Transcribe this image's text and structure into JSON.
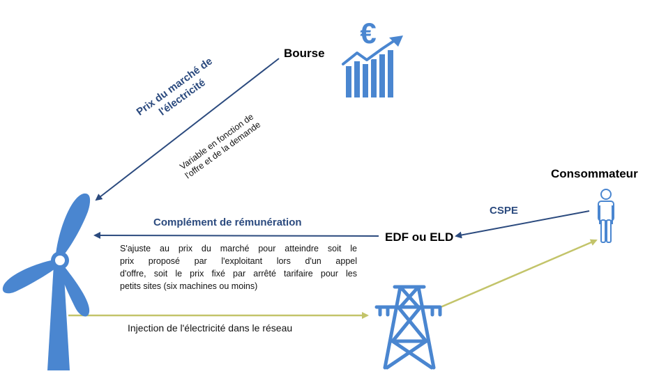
{
  "nodes": {
    "bourse": "Bourse",
    "consommateur": "Consommateur",
    "edf_eld": "EDF ou ELD"
  },
  "labels": {
    "prix_marche_line1": "Prix du marché de",
    "prix_marche_line2": "l'électricité",
    "variable_line1": "Variable en fonction de",
    "variable_line2": "l'offre et de la demande",
    "complement": "Complément de rémunération",
    "cspe": "CSPE",
    "injection": "Injection de l'électricité dans le réseau"
  },
  "description": {
    "line1": "S'ajuste au prix du marché pour atteindre soit le",
    "line2": "prix proposé par l'exploitant lors d'un appel",
    "line3": "d'offre, soit le prix fixé par arrêté tarifaire pour les",
    "line4": "petits sites (six machines ou moins)"
  },
  "icons": {
    "stock": "euro-chart-icon",
    "consumer": "person-icon",
    "turbine": "wind-turbine-icon",
    "pylon": "power-pylon-icon"
  },
  "colors": {
    "icon_blue": "#4a86d0",
    "arrow_navy": "#2b4a7e",
    "arrow_olive": "#c3c46a",
    "text_dark": "#000000"
  }
}
